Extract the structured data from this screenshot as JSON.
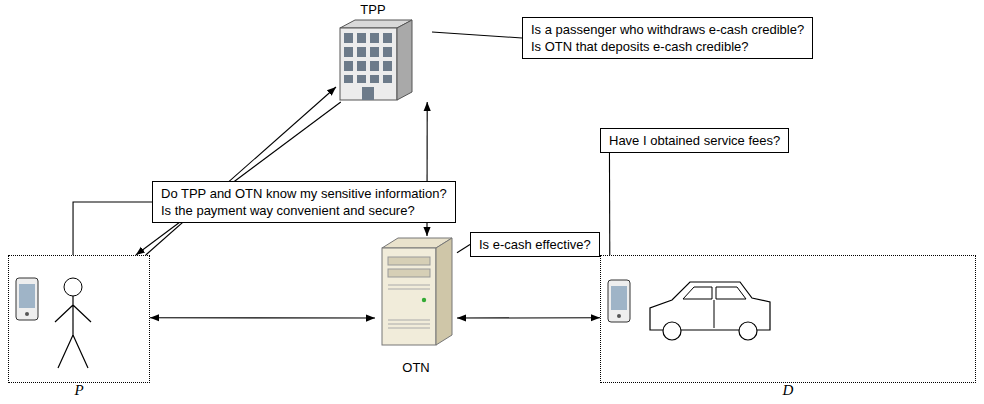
{
  "diagram": {
    "nodes": [
      {
        "text": [
          "TPP"
        ]
      },
      {
        "text": [
          "Is a passenger who withdraws e-cash credible?",
          "Is OTN that deposits e-cash credible?"
        ]
      },
      {
        "text": [
          "Do TPP and OTN know my sensitive information?",
          "Is the payment way convenient and secure?"
        ]
      },
      {
        "text": [
          "Is e-cash effective?"
        ]
      },
      {
        "text": [
          "Have I obtained service fees?"
        ]
      },
      {
        "text": [
          "P"
        ]
      },
      {
        "text": [
          "OTN"
        ]
      },
      {
        "text": [
          "D"
        ]
      }
    ],
    "edges": [
      {
        "from": 5,
        "to": 0,
        "arrow": "to"
      },
      {
        "from": 0,
        "to": 5,
        "arrow": "to"
      },
      {
        "from": 0,
        "to": 6,
        "arrow": "both"
      },
      {
        "from": 5,
        "to": 6,
        "arrow": "both"
      },
      {
        "from": 6,
        "to": 7,
        "arrow": "both"
      },
      {
        "from": 1,
        "to": 0,
        "arrow": "none"
      },
      {
        "from": 2,
        "to": 5,
        "arrow": "none"
      },
      {
        "from": 3,
        "to": 6,
        "arrow": "none"
      },
      {
        "from": 4,
        "to": 7,
        "arrow": "none"
      }
    ]
  }
}
